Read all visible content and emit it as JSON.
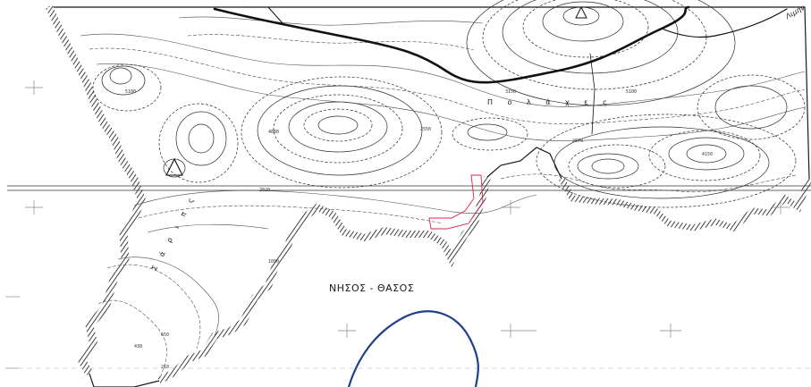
{
  "map": {
    "island_label": "ΝΗΣΟΣ - ΘΑΣΟΣ",
    "label_topright": "Λιμήν",
    "label_north": "Π ο λ ά χ ε ς",
    "label_west": "Σ ά ρ ι π ς",
    "elevations": [
      "5100",
      "4880",
      "3150",
      "2870",
      "5100",
      "4150",
      "2550",
      "2020",
      "1090",
      "650",
      "430",
      "210"
    ],
    "colors": {
      "contour": "#2a2a2a",
      "contour_light": "#6a6a6a",
      "road": "#111111",
      "highlight": "#e0204a",
      "arc": "#1e3f8c",
      "grid": "#888888",
      "sea": "#ffffff"
    }
  }
}
